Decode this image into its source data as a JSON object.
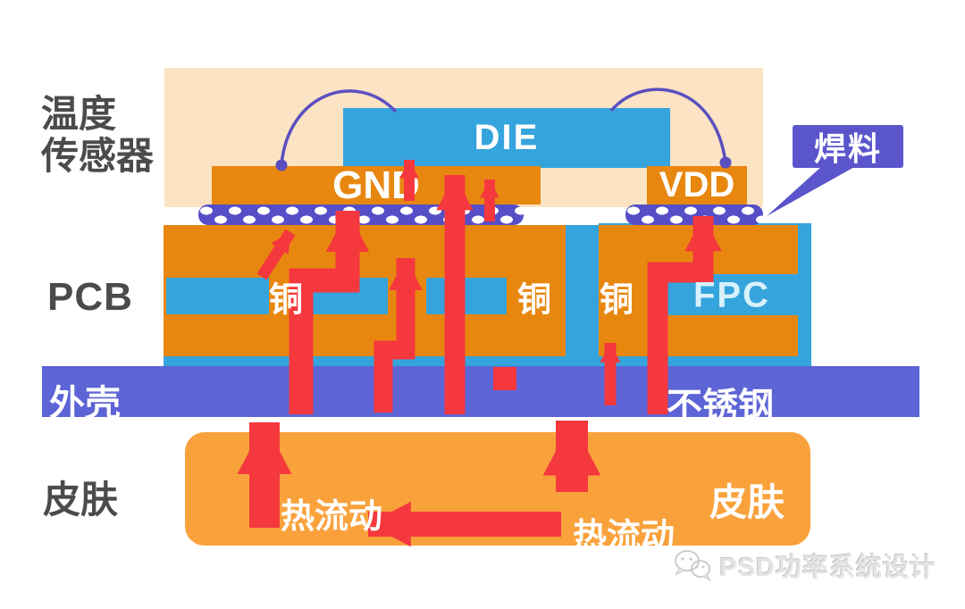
{
  "labels": {
    "sensor": [
      "温度",
      "传感器"
    ],
    "pcb": "PCB",
    "shell": "外壳",
    "skin_left": "皮肤",
    "die": "DIE",
    "gnd": "GND",
    "vdd": "VDD",
    "solder": "焊料",
    "copper": [
      "铜",
      "铜",
      "铜"
    ],
    "fpc": "FPC",
    "stainless": "不锈钢",
    "skin_right": "皮肤",
    "heat_flow": [
      "热流动",
      "热流动"
    ]
  },
  "watermark": {
    "brand": "PSD功率系统设计",
    "icon": "wechat-icon"
  },
  "colors": {
    "background": "#ffffff",
    "sensor_area_peach": "#fbe3c3",
    "copper_orange": "#e8870f",
    "dielectric_blue": "#35a4dc",
    "solder_purple": "#564ec6",
    "shell_purple": "#5d64d6",
    "skin_orange": "#f9a23c",
    "heat_arrow_red": "#f5383e",
    "bond_wire_purple": "#5b4fc0",
    "label_dark": "#4b4b4b",
    "fpc_text": "#d8f1fb"
  }
}
